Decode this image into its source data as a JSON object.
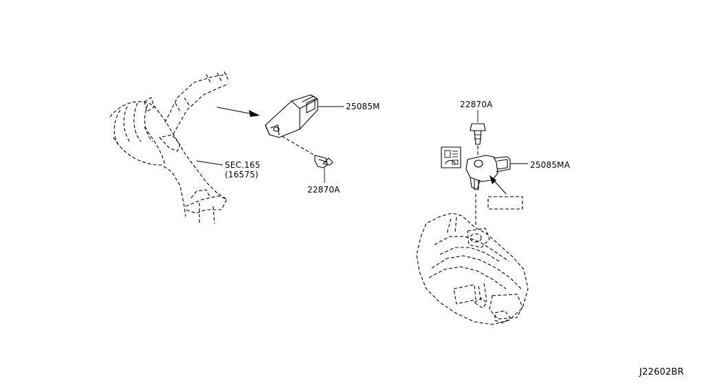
{
  "diagram_id": "J22602BR",
  "callouts": {
    "sensor_left": "25085M",
    "bolt_left": "22870A",
    "section_ref_line1": "SEC.165",
    "section_ref_line2": "(16575)",
    "bolt_right": "22870A",
    "sensor_right": "25085MA"
  }
}
